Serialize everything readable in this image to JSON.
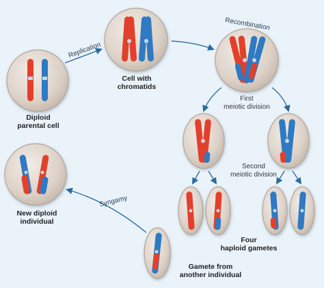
{
  "labels": {
    "diploid_parent": "Diploid\nparental cell",
    "cell_with_chromatids": "Cell with\nchromatids",
    "new_diploid": "New diploid\nindividual",
    "replication": "Replication",
    "recombination": "Recombination",
    "first_division": "First\nmeiotic division",
    "second_division": "Second\nmeiotic division",
    "syngamy": "Syngamy",
    "four_gametes": "Four\nhaploid gametes",
    "gamete_other": "Gamete from\nanother individual"
  },
  "colors": {
    "background": "#eaf3f9",
    "cell_fill": "#d9cec4",
    "cell_edge": "#b3a59a",
    "red_chromosome": "#e2402b",
    "blue_chromosome": "#2f7ac2",
    "arrow": "#2a6aa0"
  }
}
